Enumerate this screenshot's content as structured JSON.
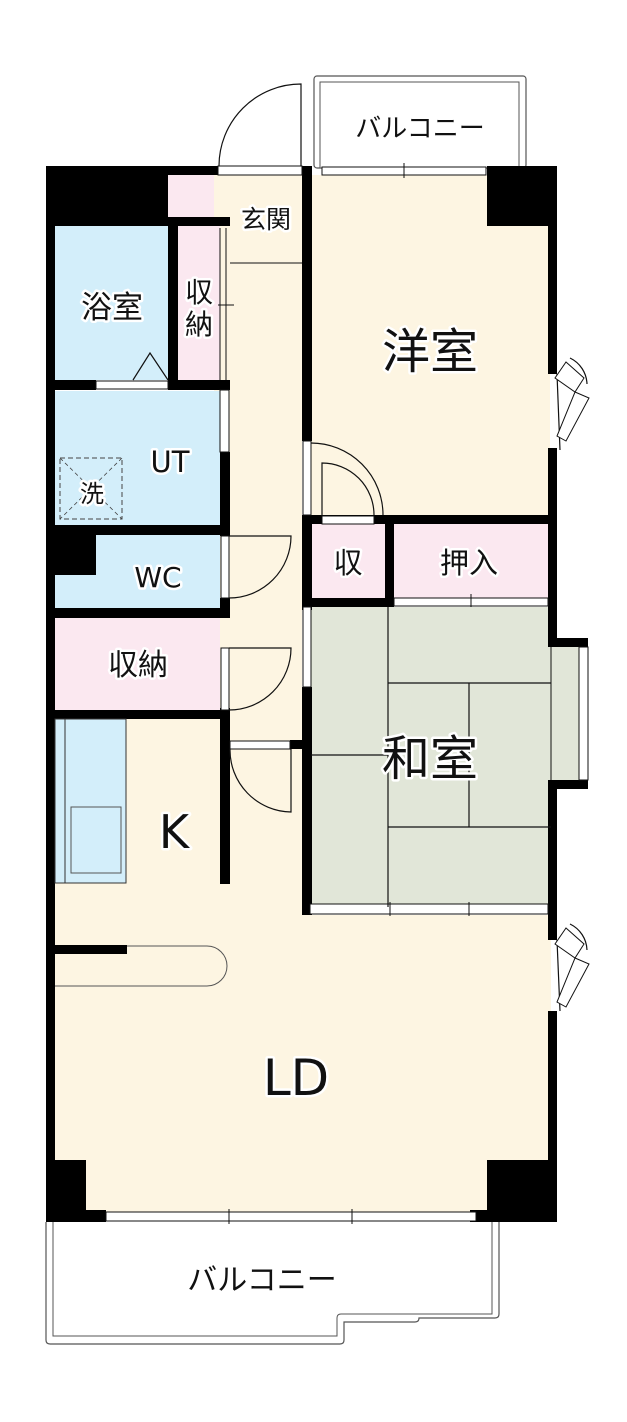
{
  "floor_plan": {
    "colors": {
      "wall": "#000000",
      "living_floor": "#fdf5e2",
      "wet_area": "#d3eefa",
      "storage": "#fbe8f0",
      "tatami": "#e1e6d8",
      "balcony": "#ffffff"
    },
    "rooms": {
      "balcony_top": "バルコニー",
      "entrance": "玄関",
      "bath": "浴室",
      "storage_hall": "収納",
      "storage_hall_line1": "収",
      "storage_hall_line2": "納",
      "western_room": "洋室",
      "utility": "UT",
      "washer": "洗",
      "toilet": "WC",
      "storage_small": "収",
      "oshiire": "押入",
      "storage_mid": "収納",
      "japanese_room": "和室",
      "kitchen": "K",
      "living_dining": "LD",
      "balcony_bottom": "バルコニー"
    }
  }
}
